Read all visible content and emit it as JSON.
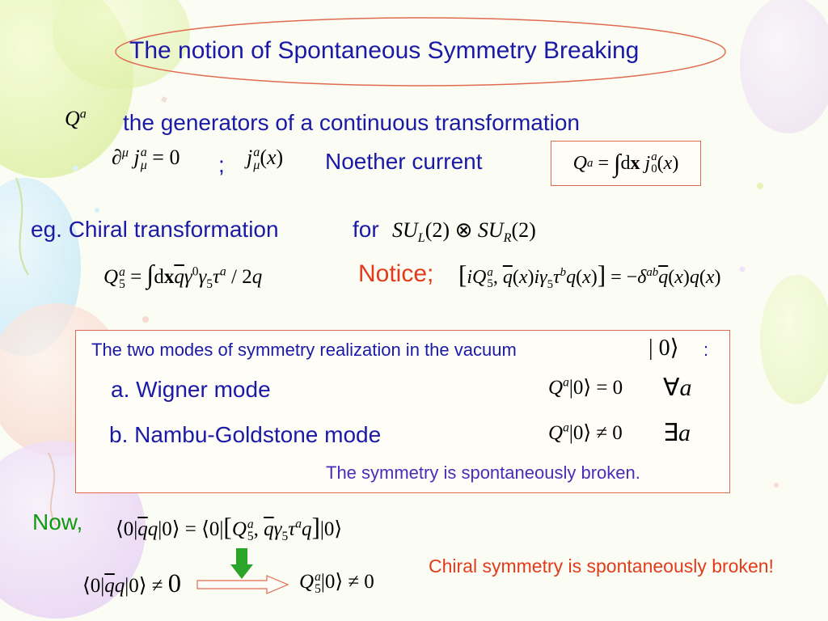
{
  "colors": {
    "heading_blue": "#1a1aa6",
    "notice_red": "#e23b1c",
    "now_green": "#119911",
    "broken_purple": "#4a2cb8",
    "box_border": "#e06a4e",
    "arrow_green": "#2aa52a",
    "arrow_red": "#e06a4e"
  },
  "title": "The notion of Spontaneous Symmetry Breaking",
  "generators_text": "the generators of a continuous transformation",
  "semicolon": ";",
  "noether_text": "Noether current",
  "chiral_text": "eg. Chiral transformation",
  "for_text": "for",
  "notice_text": "Notice;",
  "box": {
    "modes_text": "The two modes of symmetry realization in the vacuum",
    "colon": ":",
    "wigner_text": "a.  Wigner mode",
    "nambu_text": "b. Nambu-Goldstone mode",
    "broken_text": "The symmetry is spontaneously broken."
  },
  "now_text": "Now,",
  "chiral_broken_text": "Chiral symmetry is spontaneously broken!"
}
